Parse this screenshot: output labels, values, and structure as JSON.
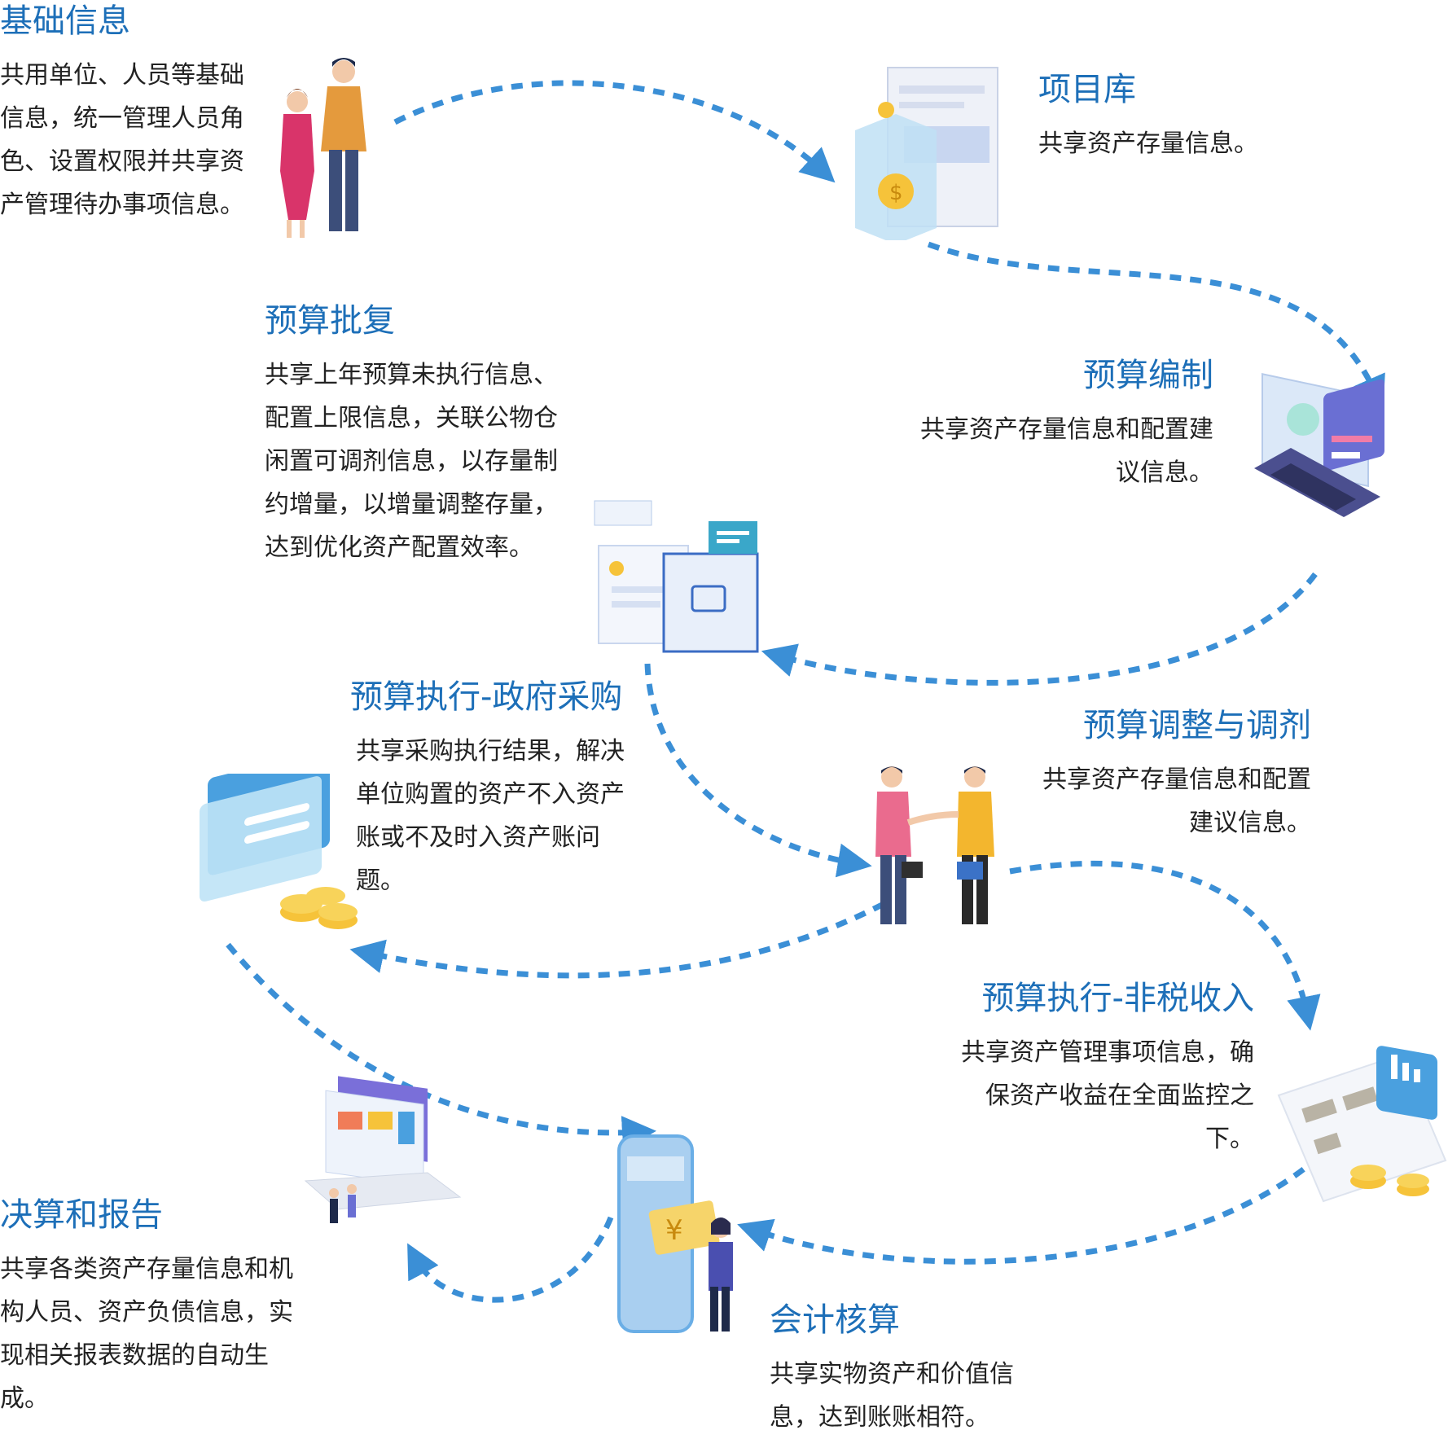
{
  "colors": {
    "title": "#1d6fb8",
    "text": "#222222",
    "arrow": "#3b8fd6"
  },
  "nodes": {
    "jichu": {
      "title": "基础信息",
      "desc": "共用单位、人员等基础信息，统一管理人员角色、设置权限并共享资产管理待办事项信息。"
    },
    "xiangmu": {
      "title": "项目库",
      "desc": "共享资产存量信息。"
    },
    "pifu": {
      "title": "预算批复",
      "desc": "共享上年预算未执行信息、配置上限信息，关联公物仓闲置可调剂信息，以存量制约增量，以增量调整存量，达到优化资产配置效率。"
    },
    "bianzhi": {
      "title": "预算编制",
      "desc": "共享资产存量信息和配置建议信息。"
    },
    "caigou": {
      "title": "预算执行-政府采购",
      "desc": "共享采购执行结果，解决单位购置的资产不入资产账或不及时入资产账问题。"
    },
    "tiaozheng": {
      "title": "预算调整与调剂",
      "desc": "共享资产存量信息和配置建议信息。"
    },
    "feishui": {
      "title": "预算执行-非税收入",
      "desc": "共享资产管理事项信息，确保资产收益在全面监控之下。"
    },
    "juesuan": {
      "title": "决算和报告",
      "desc": "共享各类资产存量信息和机构人员、资产负债信息，实现相关报表数据的自动生成。"
    },
    "kuaiji": {
      "title": "会计核算",
      "desc": "共享实物资产和价值信息，达到账账相符。"
    }
  },
  "illustrations": [
    "people-meeting-icon",
    "project-database-icon",
    "laptop-chart-icon",
    "documents-icon",
    "handshake-icon",
    "cards-coins-icon",
    "report-coins-icon",
    "phone-payment-icon",
    "laptop-presentation-icon"
  ]
}
